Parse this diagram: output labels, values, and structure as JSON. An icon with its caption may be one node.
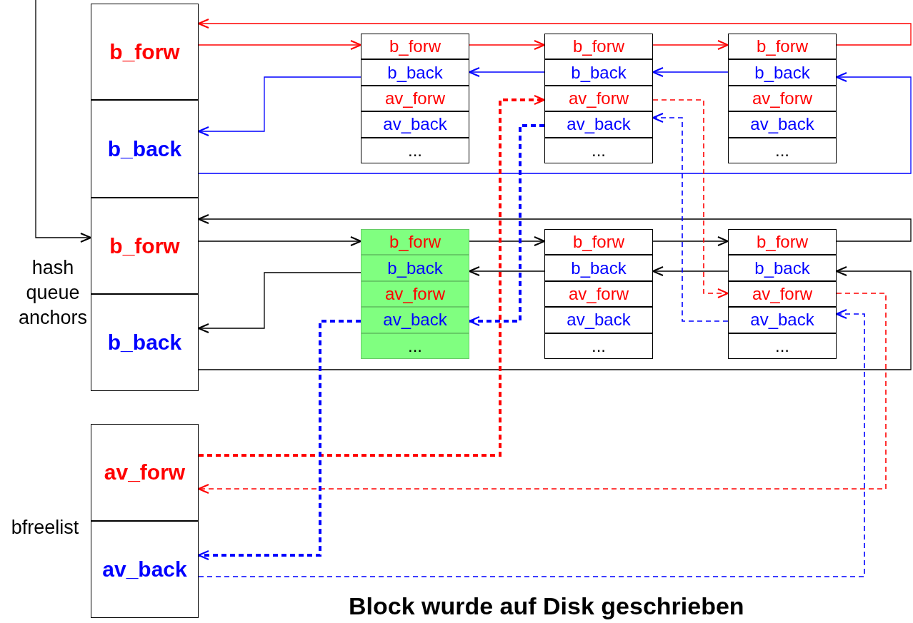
{
  "diagram": {
    "caption": "Block wurde auf Disk geschrieben",
    "nodes": [
      {
        "text": [],
        "shape": "box",
        "beside": [
          "hash queue anchors"
        ]
      },
      {
        "text": [
          "b_forw"
        ],
        "in": 0
      },
      {
        "text": [
          "b_back"
        ],
        "in": 0
      },
      {
        "text": [
          "b_forw"
        ],
        "in": 0
      },
      {
        "text": [
          "b_back"
        ],
        "in": 0
      },
      {
        "text": [],
        "shape": "box",
        "beside": [
          "bfreelist"
        ]
      },
      {
        "text": [
          "av_forw"
        ],
        "in": 5
      },
      {
        "text": [
          "av_back"
        ],
        "in": 5
      },
      {
        "text": [],
        "shape": "box"
      },
      {
        "text": [
          "b_forw"
        ],
        "in": 8
      },
      {
        "text": [
          "b_back"
        ],
        "in": 8
      },
      {
        "text": [
          "av_forw"
        ],
        "in": 8
      },
      {
        "text": [
          "av_back"
        ],
        "in": 8
      },
      {
        "text": [
          "..."
        ],
        "in": 8
      },
      {
        "text": [],
        "shape": "box"
      },
      {
        "text": [
          "b_forw"
        ],
        "in": 14
      },
      {
        "text": [
          "b_back"
        ],
        "in": 14
      },
      {
        "text": [
          "av_forw"
        ],
        "in": 14
      },
      {
        "text": [
          "av_back"
        ],
        "in": 14
      },
      {
        "text": [
          "..."
        ],
        "in": 14
      },
      {
        "text": [],
        "shape": "box"
      },
      {
        "text": [
          "b_forw"
        ],
        "in": 20
      },
      {
        "text": [
          "b_back"
        ],
        "in": 20
      },
      {
        "text": [
          "av_forw"
        ],
        "in": 20
      },
      {
        "text": [
          "av_back"
        ],
        "in": 20
      },
      {
        "text": [
          "..."
        ],
        "in": 20
      },
      {
        "text": [],
        "shape": "box"
      },
      {
        "text": [
          "b_forw"
        ],
        "in": 26
      },
      {
        "text": [
          "b_back"
        ],
        "in": 26
      },
      {
        "text": [
          "av_forw"
        ],
        "in": 26
      },
      {
        "text": [
          "av_back"
        ],
        "in": 26
      },
      {
        "text": [
          "..."
        ],
        "in": 26
      },
      {
        "text": [],
        "shape": "box"
      },
      {
        "text": [
          "b_forw"
        ],
        "in": 32
      },
      {
        "text": [
          "b_back"
        ],
        "in": 32
      },
      {
        "text": [
          "av_forw"
        ],
        "in": 32
      },
      {
        "text": [
          "av_back"
        ],
        "in": 32
      },
      {
        "text": [
          "..."
        ],
        "in": 32
      },
      {
        "text": [],
        "shape": "box"
      },
      {
        "text": [
          "b_forw"
        ],
        "in": 38
      },
      {
        "text": [
          "b_back"
        ],
        "in": 38
      },
      {
        "text": [
          "av_forw"
        ],
        "in": 38
      },
      {
        "text": [
          "av_back"
        ],
        "in": 38
      },
      {
        "text": [
          "..."
        ],
        "in": 38
      }
    ],
    "edges": [
      {
        "from": 1,
        "to": 9,
        "arrow": "to",
        "color": "#ff0000"
      },
      {
        "from": 9,
        "to": 15,
        "arrow": "to",
        "color": "#ff0000"
      },
      {
        "from": 15,
        "to": 21,
        "arrow": "to",
        "color": "#ff0000"
      },
      {
        "from": 21,
        "to": 1,
        "arrow": "to",
        "color": "#ff0000"
      },
      {
        "from": 22,
        "to": 16,
        "arrow": "to",
        "color": "#0000ff"
      },
      {
        "from": 16,
        "to": 10,
        "arrow": "to",
        "color": "#0000ff"
      },
      {
        "from": 10,
        "to": 2,
        "arrow": "to",
        "color": "#0000ff"
      },
      {
        "from": 2,
        "to": 22,
        "arrow": "to",
        "color": "#0000ff"
      },
      {
        "from": 3,
        "to": 27,
        "arrow": "to"
      },
      {
        "from": 27,
        "to": 33,
        "arrow": "to"
      },
      {
        "from": 33,
        "to": 39,
        "arrow": "to"
      },
      {
        "from": 39,
        "to": 3,
        "arrow": "to"
      },
      {
        "from": 40,
        "to": 34,
        "arrow": "to"
      },
      {
        "from": 34,
        "to": 28,
        "arrow": "to"
      },
      {
        "from": 28,
        "to": 4,
        "arrow": "to"
      },
      {
        "from": 4,
        "to": 40,
        "arrow": "to"
      },
      {
        "from": 6,
        "to": 17,
        "arrow": "to",
        "style": "dashed",
        "color": "#ff0000"
      },
      {
        "from": 17,
        "to": 41,
        "arrow": "to",
        "style": "dashed",
        "color": "#ff0000"
      },
      {
        "from": 41,
        "to": 6,
        "arrow": "to",
        "style": "dashed",
        "color": "#ff0000"
      },
      {
        "from": 18,
        "to": 30,
        "arrow": "to",
        "style": "dashed",
        "color": "#0000ff"
      },
      {
        "from": 30,
        "to": 7,
        "arrow": "to",
        "style": "dashed",
        "color": "#0000ff"
      },
      {
        "from": 7,
        "to": 42,
        "arrow": "to",
        "style": "dashed",
        "color": "#0000ff"
      },
      {
        "from": 42,
        "to": 18,
        "arrow": "to",
        "style": "dashed",
        "color": "#0000ff"
      },
      {
        "from": null,
        "to": 3,
        "arrow": "to"
      }
    ]
  }
}
